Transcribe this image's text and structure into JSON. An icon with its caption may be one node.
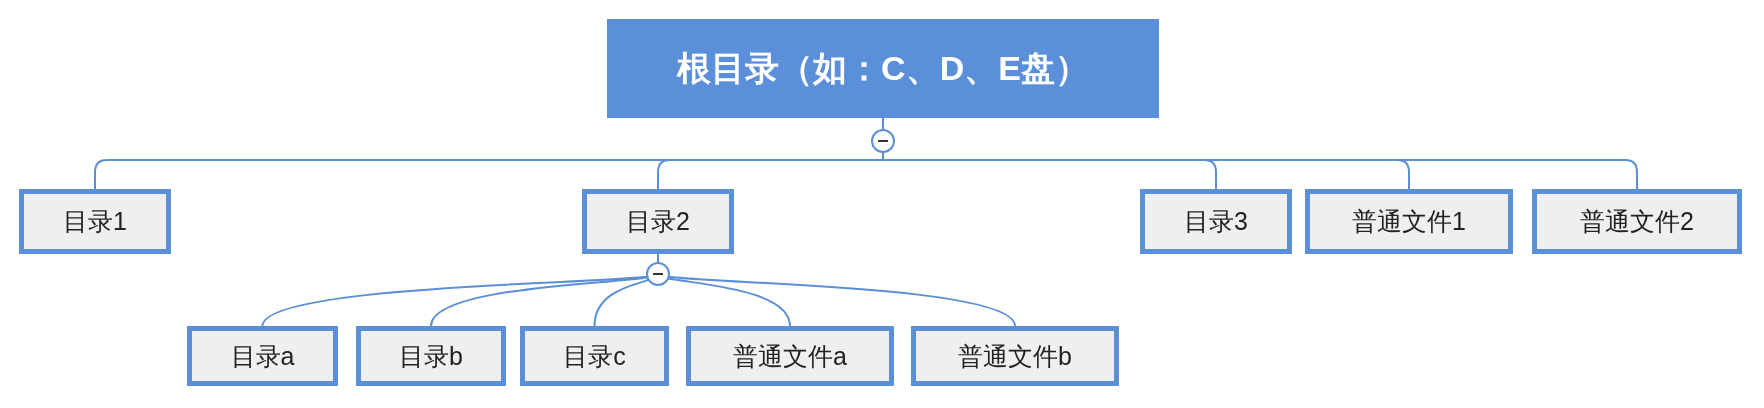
{
  "diagram": {
    "nodes": [
      {
        "text": [
          "根目录（如：C、D、E盘）"
        ]
      },
      {
        "text": [
          "目录1"
        ]
      },
      {
        "text": [
          "目录2"
        ]
      },
      {
        "text": [
          "目录3"
        ]
      },
      {
        "text": [
          "普通文件1"
        ]
      },
      {
        "text": [
          "普通文件2"
        ]
      },
      {
        "text": [
          "目录a"
        ]
      },
      {
        "text": [
          "目录b"
        ]
      },
      {
        "text": [
          "目录c"
        ]
      },
      {
        "text": [
          "普通文件a"
        ]
      },
      {
        "text": [
          "普通文件b"
        ]
      }
    ],
    "edges": [
      {
        "from": 0,
        "to": 1,
        "arrow": "none"
      },
      {
        "from": 0,
        "to": 2,
        "arrow": "none"
      },
      {
        "from": 0,
        "to": 3,
        "arrow": "none"
      },
      {
        "from": 0,
        "to": 4,
        "arrow": "none"
      },
      {
        "from": 0,
        "to": 5,
        "arrow": "none"
      },
      {
        "from": 2,
        "to": 6,
        "arrow": "none"
      },
      {
        "from": 2,
        "to": 7,
        "arrow": "none"
      },
      {
        "from": 2,
        "to": 8,
        "arrow": "none"
      },
      {
        "from": 2,
        "to": 9,
        "arrow": "none"
      },
      {
        "from": 2,
        "to": 10,
        "arrow": "none"
      }
    ]
  }
}
